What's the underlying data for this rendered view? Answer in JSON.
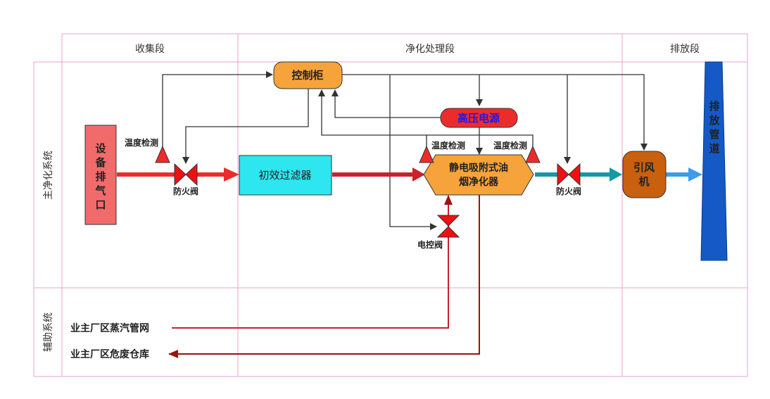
{
  "columns": {
    "collect": "收集段",
    "purify": "净化处理段",
    "discharge": "排放段"
  },
  "rows": {
    "main": "主净化系统",
    "aux": "辅助系统"
  },
  "nodes": {
    "device_exhaust": [
      "设",
      "备",
      "排",
      "气",
      "口"
    ],
    "control_cabinet": "控制柜",
    "hv_power": "高压电源",
    "primary_filter": "初效过滤器",
    "esp_line1": "静电吸附式油",
    "esp_line2": "烟净化器",
    "fan_line1": "引风",
    "fan_line2": "机",
    "stack": [
      "排",
      "放",
      "管",
      "道"
    ]
  },
  "labels": {
    "temp_detect": "温度检测",
    "fire_damper": "防火阀",
    "electric_valve": "电控阀",
    "steam_network": "业主厂区蒸汽管网",
    "hazardous_storage": "业主厂区危废仓库"
  }
}
